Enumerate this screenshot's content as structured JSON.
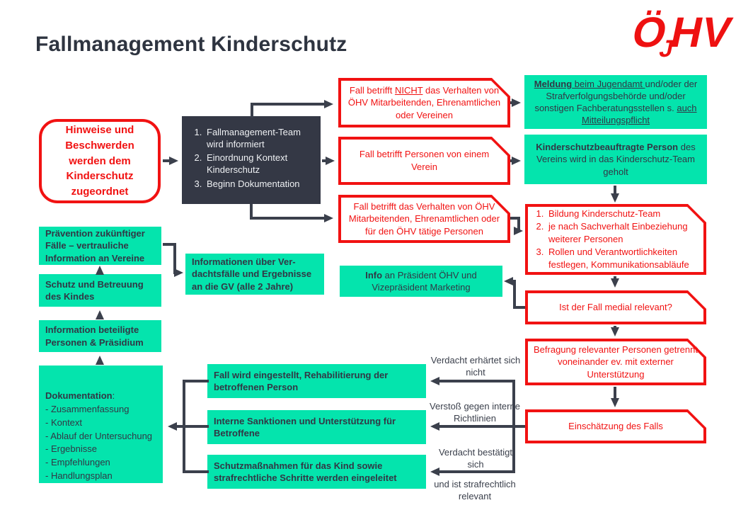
{
  "page": {
    "title": "Fallmanagement Kinderschutz",
    "logo": {
      "l1": "Ö",
      "l2": "J",
      "l3": "H",
      "l4": "V"
    }
  },
  "colors": {
    "teal": "#04e4ad",
    "red": "#f11212",
    "dark_box": "#343845",
    "arrow": "#3b404c",
    "title_text": "#2e3440",
    "logo_red": "#ee1111"
  },
  "boxes": {
    "hinweise": "Hinweise und Beschwerden werden dem Kinderschutz zugeordnet",
    "fallmanagement_steps": [
      "Fallmanagement-Team wird informiert",
      "Einordnung Kontext Kinderschutz",
      "Beginn Dokumentation"
    ],
    "fall_nicht": {
      "pre": "Fall betrifft ",
      "underlined": "NICHT",
      "post": " das Verhalten von ÖHV Mitarbeitenden, Ehrenamtlichen oder Vereinen"
    },
    "fall_verein": "Fall betrifft Personen von einem Verein",
    "fall_oehv": "Fall betrifft das Verhalten von ÖHV Mitarbeitenden, Ehrenamtlichen oder für den ÖHV tätige Personen",
    "meldung": {
      "p1": "Meldung",
      "p2": " beim Jugendamt ",
      "p3": "und/oder der Strafverfolgungsbehörde und/oder sonstigen Fachberatungsstellen s. ",
      "p4": "auch Mitteilungspflicht"
    },
    "kinderschutzbeauftragte": {
      "bold": "Kinderschutzbeauftragte Person",
      "rest": " des Vereins wird in das Kinderschutz-Team geholt"
    },
    "team_steps": [
      "Bildung Kinderschutz-Team",
      "je nach Sachverhalt Einbeziehung weiterer Personen",
      "Rollen und Verantwortlichkeiten festlegen, Kommunikationsabläufe"
    ],
    "medial": "Ist der Fall medial relevant?",
    "info_praesident": {
      "bold": "Info",
      "rest": " an Präsident ÖHV und Vizepräsident Marketing"
    },
    "befragung": "Befragung relevanter Personen getrennt voneinander ev. mit externer Unterstützung",
    "einschaetzung": "Einschätzung des Falls",
    "praevention": "Prävention zukünftiger Fälle – vertrauliche Information an Vereine",
    "schutz": "Schutz und Betreuung des Kindes",
    "information_beteiligte": "Information beteiligte Personen & Präsidium",
    "dokumentation": {
      "title": "Dokumentation",
      "colon": ":",
      "items": [
        "- Zusammenfassung",
        "- Kontext",
        "- Ablauf der Untersuchung",
        "- Ergebnisse",
        "- Empfehlungen",
        "- Handlungsplan"
      ]
    },
    "gv_info": "Informationen über Ver-dachtsfälle und Ergebnisse an die GV (alle 2 Jahre)",
    "eingestellt": "Fall wird eingestellt, Rehabilitierung der betroffenen Person",
    "sanktionen": "Interne Sanktionen und Unterstützung für Betroffene",
    "schutzmassnahmen": "Schutzmaßnahmen für das Kind sowie strafrechtliche Schritte werden eingeleitet"
  },
  "labels": {
    "erhaertet_nicht": "Verdacht erhärtet sich nicht",
    "verstoss": "Verstoß gegen interne Richtlinien",
    "bestaetigt": "Verdacht bestätigt sich",
    "strafrechtlich": "und ist strafrechtlich relevant"
  }
}
